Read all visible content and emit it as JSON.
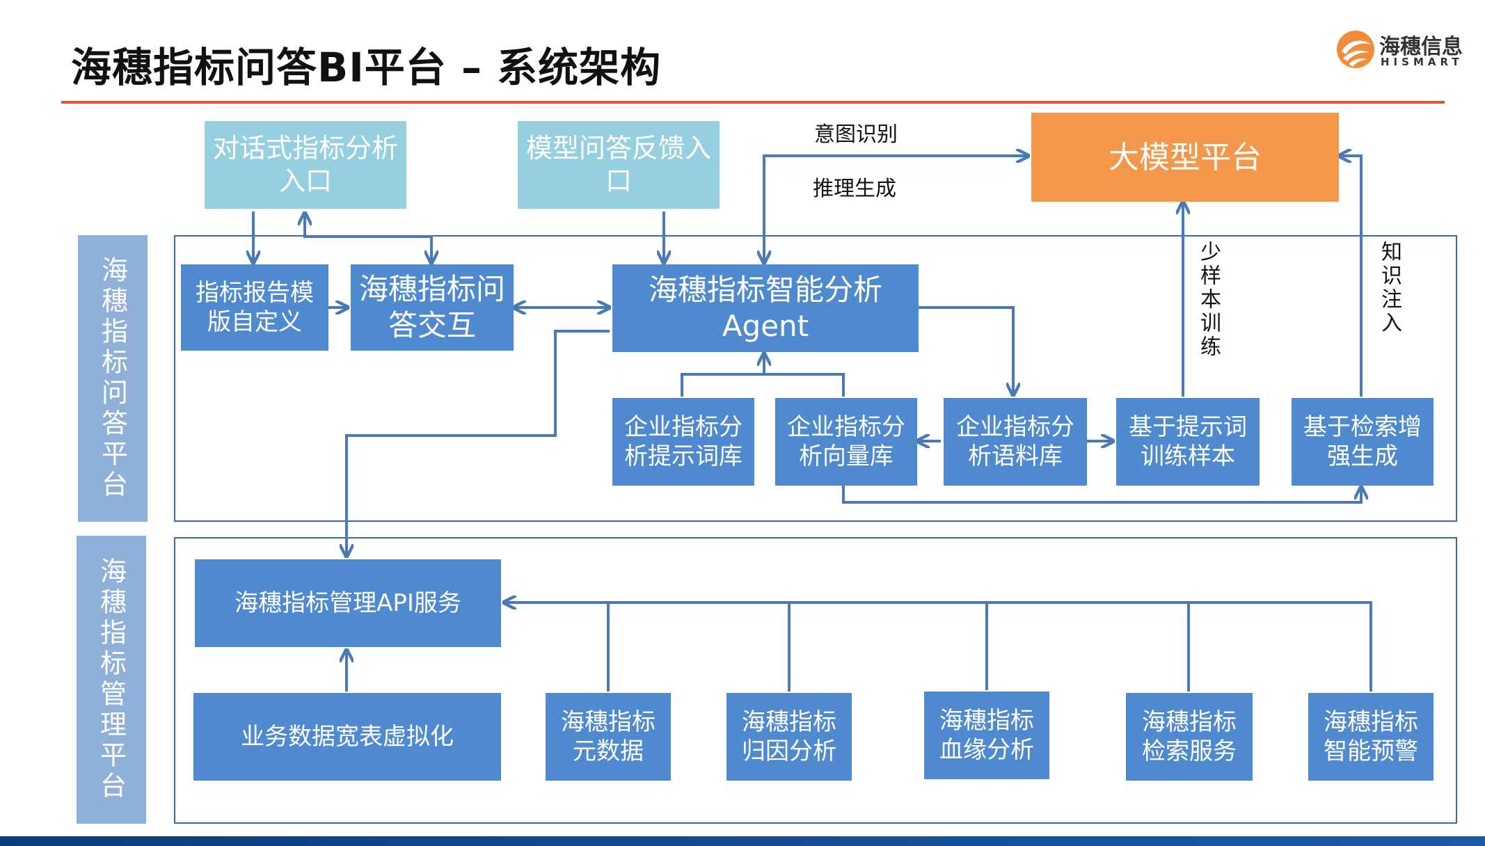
{
  "title": "海穗指标问答BI平台 – 系统架构",
  "logo": {
    "name_cn": "海穗信息",
    "name_en": "HISMART"
  },
  "colors": {
    "accent_rule": "#e2542a",
    "box_blue": "#4f8ad0",
    "box_light": "#96cfe0",
    "box_orange": "#f5974a",
    "side_label": "#8eb0d9",
    "frame": "#3b6aa6",
    "arrow": "#4a79b4"
  },
  "entries": {
    "dialog": "对话式指标分析入口",
    "feedback": "模型问答反馈入口"
  },
  "llm_platform": "大模型平台",
  "labels": {
    "intent": "意图识别",
    "reasoning": "推理生成",
    "few_shot": "少样本训练",
    "knowledge": "知识注入"
  },
  "qa_platform": {
    "side_label": "海穗指标问答平台",
    "report_template": "指标报告模版自定义",
    "qa_interaction": "海穗指标问答交互",
    "agent": {
      "line1": "海穗指标智能分析",
      "line2": "Agent"
    },
    "prompt_lib": "企业指标分析提示词库",
    "vector_db": "企业指标分析向量库",
    "corpus": "企业指标分析语料库",
    "prompt_training": "基于提示词训练样本",
    "rag": "基于检索增强生成"
  },
  "mgmt_platform": {
    "side_label": "海穗指标管理平台",
    "api_service": "海穗指标管理API服务",
    "virtualization": "业务数据宽表虚拟化",
    "modules": [
      "海穗指标元数据",
      "海穗指标归因分析",
      "海穗指标血缘分析",
      "海穗指标检索服务",
      "海穗指标智能预警"
    ]
  }
}
